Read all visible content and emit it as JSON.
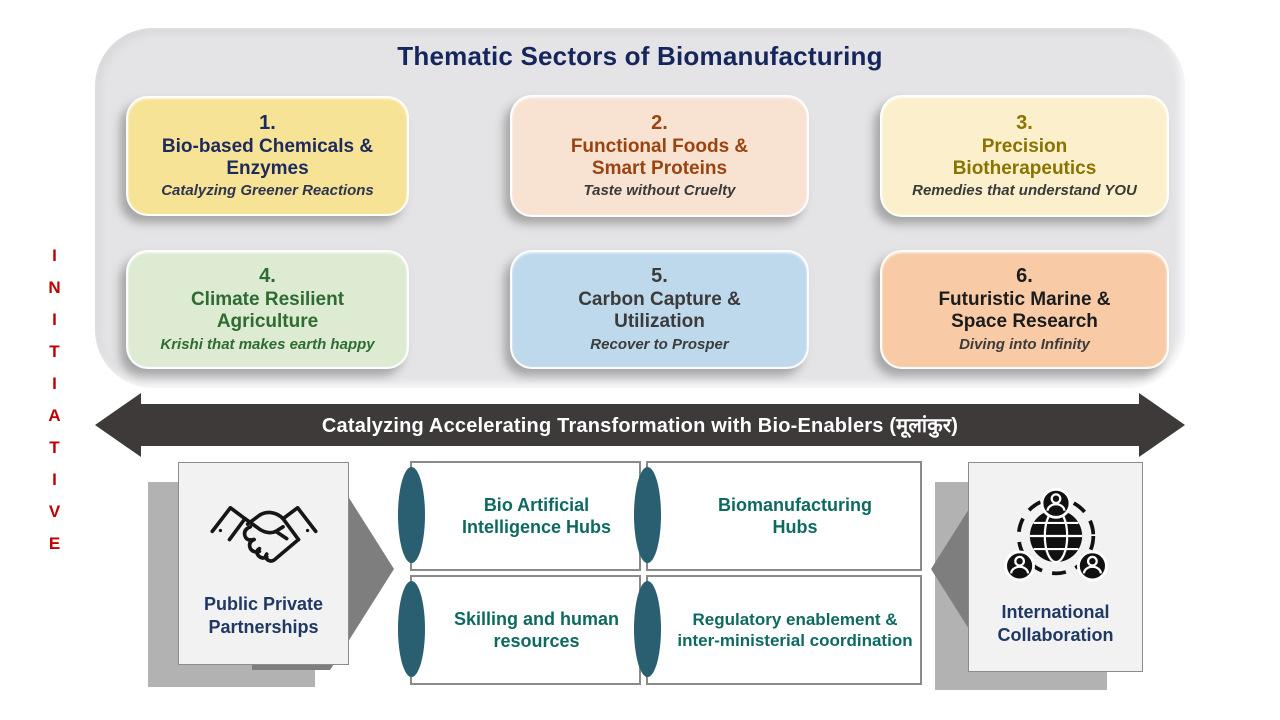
{
  "side_label": {
    "text": "INITIATIVE",
    "color": "#C00000"
  },
  "panel": {
    "title": "Thematic Sectors of Biomanufacturing",
    "title_color": "#16265C",
    "bg": "#E4E4E6"
  },
  "sectors": [
    {
      "number": "1.",
      "title": "Bio-based Chemicals & Enzymes",
      "subtitle": "Catalyzing Greener Reactions",
      "bg": "#F7E396",
      "title_color": "#1C2A5E",
      "subtitle_color": "#2E3550"
    },
    {
      "number": "2.",
      "title": "Functional Foods & Smart Proteins",
      "subtitle": "Taste without Cruelty",
      "bg": "#F8E2D2",
      "title_color": "#9A4511",
      "subtitle_color": "#3A3A3A"
    },
    {
      "number": "3.",
      "title": "Precision Biotherapeutics",
      "subtitle": "Remedies that understand YOU",
      "bg": "#FBF0CB",
      "title_color": "#8A7300",
      "subtitle_color": "#3A3A3A"
    },
    {
      "number": "4.",
      "title": "Climate Resilient Agriculture",
      "subtitle": "Krishi that makes earth happy",
      "bg": "#DCEBD2",
      "title_color": "#2F6B33",
      "subtitle_color": "#2F6B33"
    },
    {
      "number": "5.",
      "title": "Carbon Capture & Utilization",
      "subtitle": "Recover to Prosper",
      "bg": "#BFD9EC",
      "title_color": "#3B3B3B",
      "subtitle_color": "#3B3B3B"
    },
    {
      "number": "6.",
      "title": "Futuristic Marine & Space Research",
      "subtitle": "Diving into Infinity",
      "bg": "#F8CBA6",
      "title_color": "#1C1C1C",
      "subtitle_color": "#3B3B3B"
    }
  ],
  "arrow_banner": {
    "text": "Catalyzing Accelerating Transformation with Bio-Enablers (मूलांकुर)",
    "bg": "#3E3A39",
    "text_color": "#FFFFFF"
  },
  "enablers": {
    "left_card": {
      "label": "Public Private Partnerships",
      "icon": "handshake-icon"
    },
    "right_card": {
      "label": "International Collaboration",
      "icon": "global-collaboration-icon"
    },
    "hubs": [
      {
        "label": "Bio Artificial Intelligence Hubs"
      },
      {
        "label": "Biomanufacturing Hubs"
      },
      {
        "label": "Skilling and human resources"
      },
      {
        "label": "Regulatory enablement & inter-ministerial coordination"
      }
    ],
    "hub_text_color": "#0E6A60",
    "ellipse_color": "#2A5E71",
    "label_color": "#1F3864",
    "shadow_square_color": "#B2B2B2",
    "chevron_color": "#7E7E7E"
  }
}
